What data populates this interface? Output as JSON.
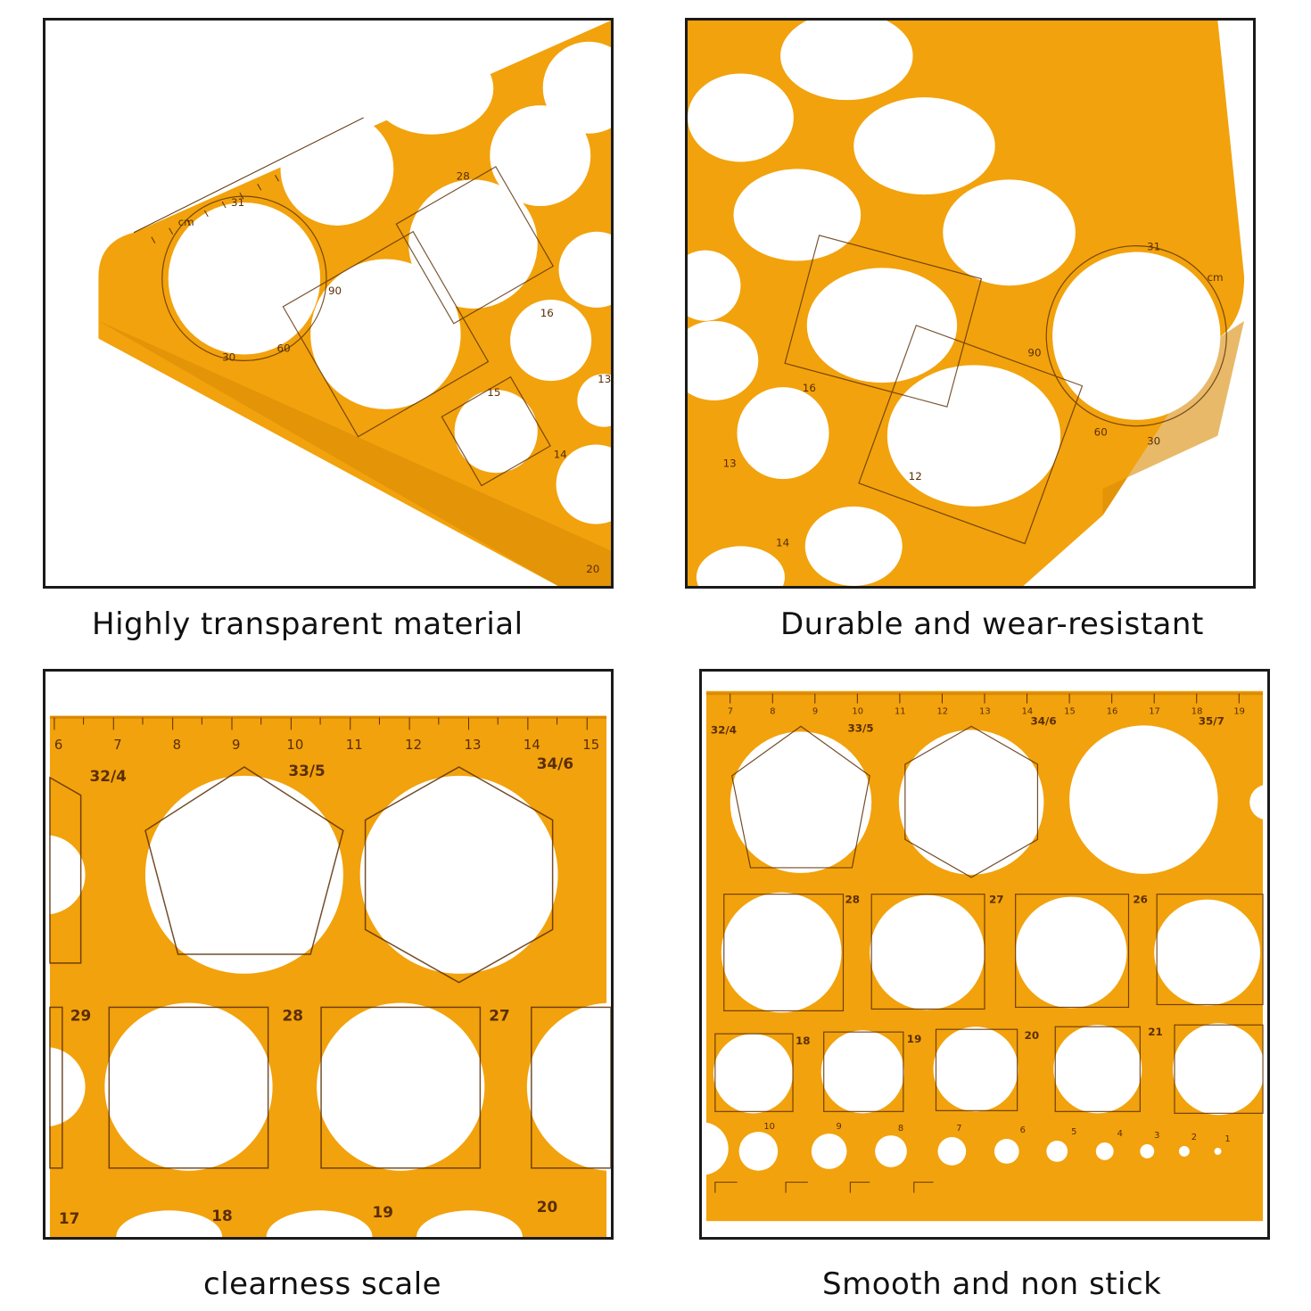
{
  "captions": {
    "top_left": "Highly transparent material",
    "top_right": "Durable and wear-resistant",
    "bottom_left": "clearness scale",
    "bottom_right": "Smooth and non stick"
  },
  "colors": {
    "template_orange": "#f2a20c",
    "template_dark": "#d98a05",
    "marking": "#5a2e05",
    "border": "#1a1a1a"
  },
  "photo_text": {
    "tl_labels": [
      "30",
      "60",
      "90",
      "16",
      "15",
      "14",
      "13",
      "20",
      "28",
      "31",
      "cm"
    ],
    "tr_labels": [
      "30",
      "60",
      "90",
      "12",
      "13",
      "14",
      "16",
      "31",
      "cm"
    ],
    "bl_ruler": [
      "6",
      "7",
      "8",
      "9",
      "10",
      "11",
      "12",
      "13",
      "14",
      "15"
    ],
    "bl_labels": [
      "32/4",
      "33/5",
      "34/6",
      "29",
      "28",
      "27",
      "17",
      "18",
      "19",
      "20"
    ],
    "br_ruler": [
      "7",
      "8",
      "9",
      "10",
      "11",
      "12",
      "13",
      "14",
      "15",
      "16",
      "17",
      "18",
      "19"
    ],
    "br_labels": [
      "32/4",
      "33/5",
      "34/6",
      "35/7",
      "28",
      "27",
      "26",
      "18",
      "19",
      "20",
      "21",
      "10",
      "9",
      "8",
      "7",
      "6",
      "5",
      "4",
      "3",
      "2",
      "1"
    ]
  }
}
